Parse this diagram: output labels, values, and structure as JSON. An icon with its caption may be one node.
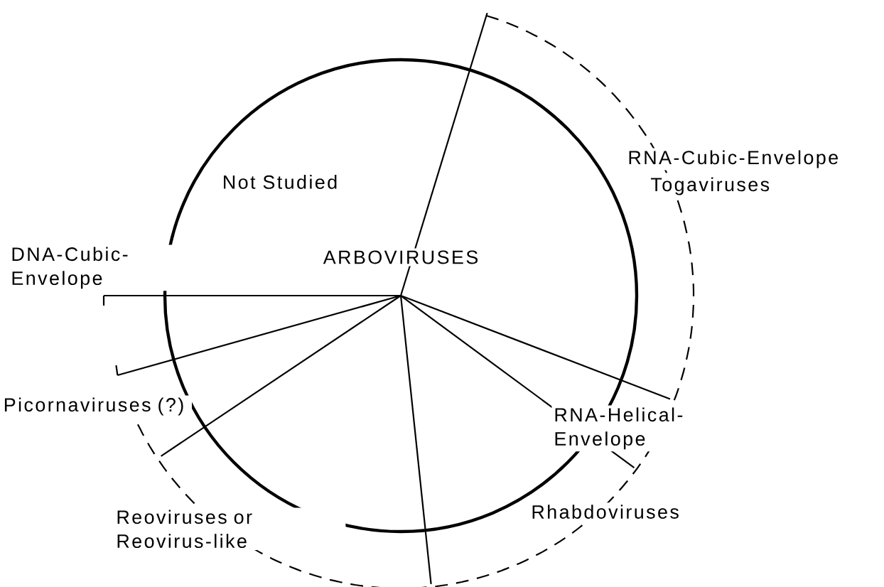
{
  "diagram": {
    "labels": [
      "Not Studied",
      "ARBOVIRUSES",
      "RNA-Cubic-Envelope",
      "Togaviruses",
      "DNA-Cubic-Envelope",
      "Picornaviruses (?)",
      "RNA-Helical-Envelope",
      "Rhabdoviruses",
      "Reoviruses or Reovirus-like"
    ]
  }
}
